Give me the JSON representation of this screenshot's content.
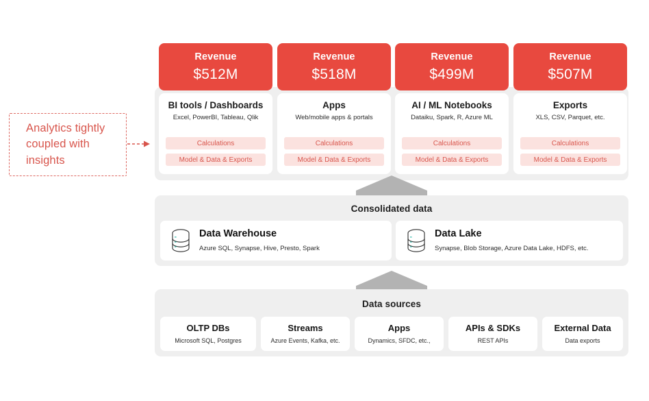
{
  "annotation": {
    "text": "Analytics tightly coupled with insights",
    "color": "#D8554C",
    "arrow_icon": "dashed-arrow-right-icon"
  },
  "colors": {
    "revenue_card_bg": "#E8493F",
    "band_bg": "#EFEFEF",
    "pill_bg": "#FBE2DF",
    "pill_text": "#D8554C",
    "connector": "#B3B3B3",
    "card_bg": "#FFFFFF"
  },
  "consumption": {
    "cards": [
      {
        "revenue_label": "Revenue",
        "revenue_value": "$512M",
        "title": "BI tools / Dashboards",
        "subtitle": "Excel, PowerBI, Tableau, Qlik",
        "pills": [
          "Calculations",
          "Model & Data & Exports"
        ]
      },
      {
        "revenue_label": "Revenue",
        "revenue_value": "$518M",
        "title": "Apps",
        "subtitle": "Web/mobile apps & portals",
        "pills": [
          "Calculations",
          "Model & Data & Exports"
        ]
      },
      {
        "revenue_label": "Revenue",
        "revenue_value": "$499M",
        "title": "AI / ML Notebooks",
        "subtitle": "Dataiku, Spark, R, Azure ML",
        "pills": [
          "Calculations",
          "Model & Data & Exports"
        ]
      },
      {
        "revenue_label": "Revenue",
        "revenue_value": "$507M",
        "title": "Exports",
        "subtitle": "XLS, CSV, Parquet, etc.",
        "pills": [
          "Calculations",
          "Model & Data & Exports"
        ]
      }
    ]
  },
  "consolidated": {
    "title": "Consolidated data",
    "stores": [
      {
        "icon": "database-cylinder-icon",
        "title": "Data Warehouse",
        "subtitle": "Azure SQL, Synapse, Hive, Presto, Spark"
      },
      {
        "icon": "database-cylinder-icon",
        "title": "Data Lake",
        "subtitle": "Synapse, Blob Storage, Azure Data Lake, HDFS,  etc."
      }
    ]
  },
  "sources": {
    "title": "Data sources",
    "items": [
      {
        "title": "OLTP DBs",
        "subtitle": "Microsoft SQL, Postgres"
      },
      {
        "title": "Streams",
        "subtitle": "Azure Events, Kafka, etc."
      },
      {
        "title": "Apps",
        "subtitle": "Dynamics, SFDC, etc.,"
      },
      {
        "title": "APIs & SDKs",
        "subtitle": "REST APIs"
      },
      {
        "title": "External Data",
        "subtitle": "Data exports"
      }
    ]
  },
  "connectors": [
    {
      "name": "flow-arrow-storage-to-consumption"
    },
    {
      "name": "flow-arrow-sources-to-storage"
    }
  ]
}
